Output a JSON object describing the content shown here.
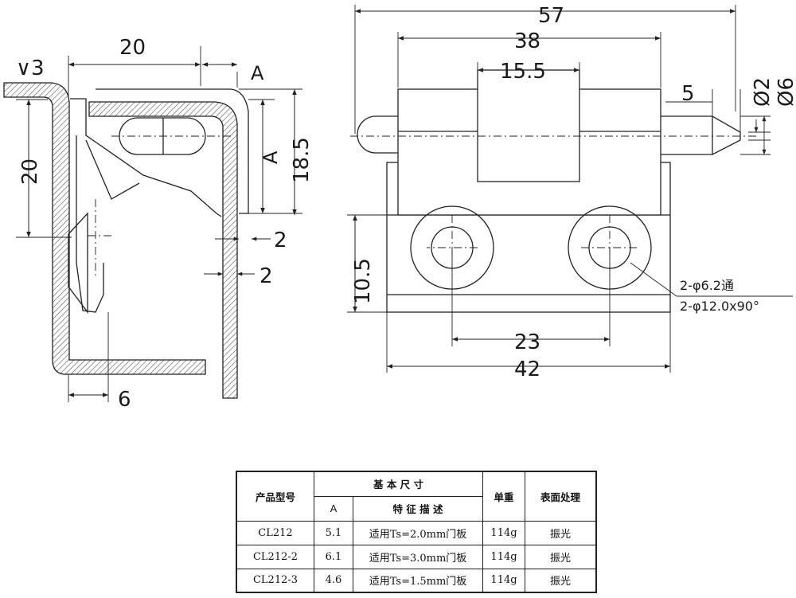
{
  "side_view": {
    "dims": {
      "gap": "∨3",
      "top_width": "20",
      "a_top": "A",
      "height_a": "A",
      "height_total": "18.5",
      "left_height": "20",
      "wall_1": "2",
      "wall_2": "2",
      "bottom": "6"
    }
  },
  "front_view": {
    "dims": {
      "overall": "57",
      "body": "38",
      "center": "15.5",
      "pin_len": "5",
      "pin_d2": "Ø2",
      "pin_d6": "Ø6",
      "base_h": "10.5",
      "holes_pitch": "23",
      "base_w": "42",
      "hole_note_1": "2-φ6.2通",
      "hole_note_2": "2-φ12.0x90°"
    }
  },
  "spec_table": {
    "headers": {
      "model": "产品型号",
      "basic_dims": "基 本 尺 寸",
      "col_a": "A",
      "feature": "特 征 描 述",
      "weight": "单重",
      "finish": "表面处理"
    },
    "rows": [
      {
        "model": "CL212",
        "a": "5.1",
        "feature": "适用Ts=2.0mm门板",
        "weight": "114g",
        "finish": "振光"
      },
      {
        "model": "CL212-2",
        "a": "6.1",
        "feature": "适用Ts=3.0mm门板",
        "weight": "114g",
        "finish": "振光"
      },
      {
        "model": "CL212-3",
        "a": "4.6",
        "feature": "适用Ts=1.5mm门板",
        "weight": "114g",
        "finish": "振光"
      }
    ]
  }
}
